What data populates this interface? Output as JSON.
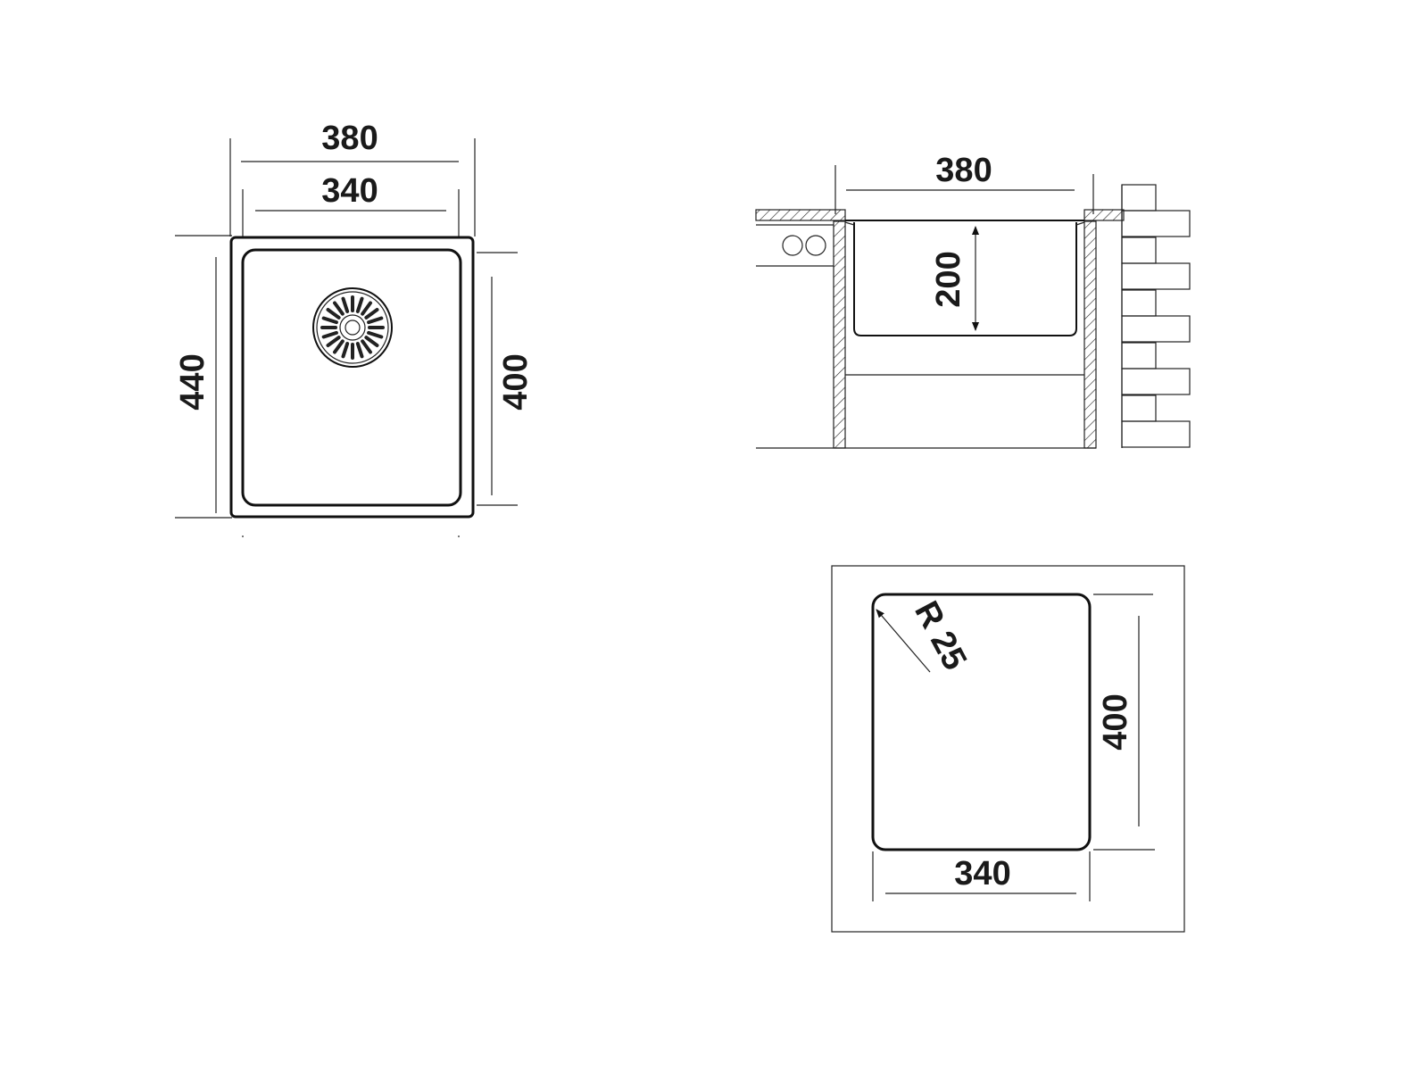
{
  "top_view": {
    "outer_width": "380",
    "inner_width": "340",
    "outer_height": "440",
    "inner_height": "400"
  },
  "side_view": {
    "width": "380",
    "depth": "200"
  },
  "cutout_view": {
    "radius": "R 25",
    "height": "400",
    "width": "340"
  },
  "colors": {
    "line": "#111111",
    "background": "#ffffff"
  }
}
